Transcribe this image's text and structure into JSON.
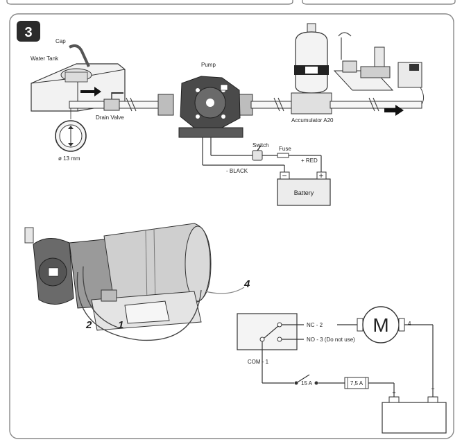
{
  "step_number": "3",
  "top_diagram": {
    "cap": "Cap",
    "water_tank": "Water Tank",
    "pump": "Pump",
    "drain_valve": "Drain Valve",
    "diameter": "ø 13 mm",
    "accumulator": "Accumulator A20",
    "switch": "Switch",
    "fuse": "Fuse",
    "red": "+ RED",
    "black": "- BLACK",
    "battery": "Battery",
    "minus_symbol": "−",
    "plus_symbol": "+"
  },
  "pump_photo": {
    "callout_1": "1",
    "callout_2": "2",
    "callout_4": "4"
  },
  "wiring": {
    "nc": "NC - 2",
    "no": "NO - 3 (Do not use)",
    "com": "COM - 1",
    "motor": "M",
    "terminal_4": "4",
    "switch_rating": "15 A",
    "fuse_rating": "7,5 A",
    "battery_plus": "+",
    "battery_minus": "−"
  }
}
